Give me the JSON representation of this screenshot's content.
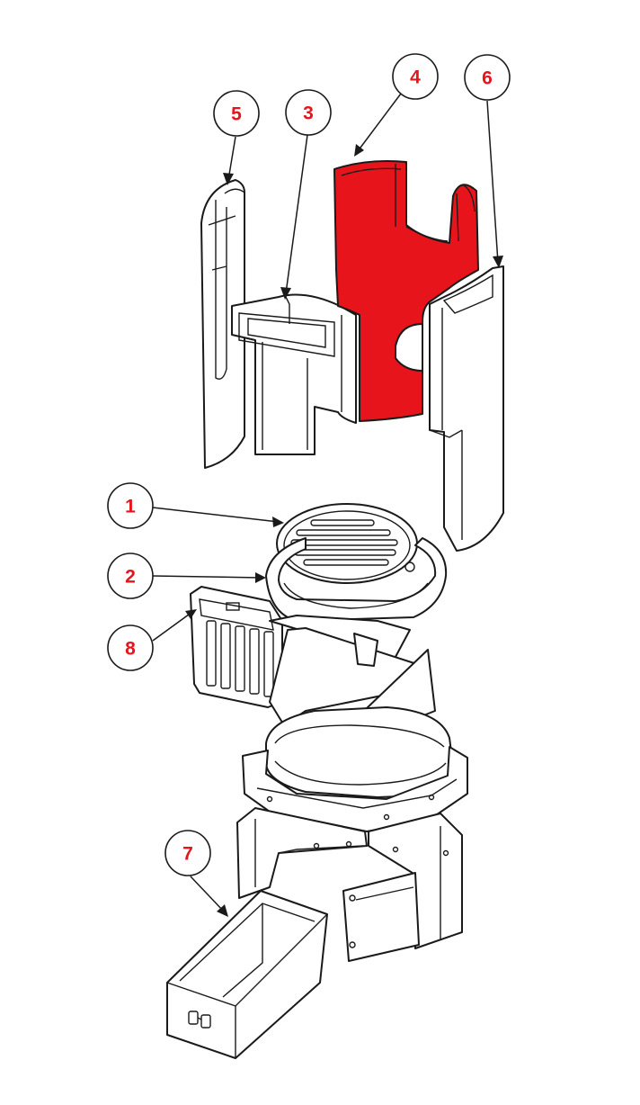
{
  "diagram": {
    "colors": {
      "highlight": "#e8141c",
      "label_text": "#e8141c",
      "line": "#1a1a1a",
      "background": "#ffffff"
    },
    "callouts": [
      {
        "id": "1",
        "label": "1"
      },
      {
        "id": "2",
        "label": "2"
      },
      {
        "id": "3",
        "label": "3"
      },
      {
        "id": "4",
        "label": "4"
      },
      {
        "id": "5",
        "label": "5"
      },
      {
        "id": "6",
        "label": "6"
      },
      {
        "id": "7",
        "label": "7"
      },
      {
        "id": "8",
        "label": "8"
      }
    ],
    "highlighted_part": "4"
  }
}
